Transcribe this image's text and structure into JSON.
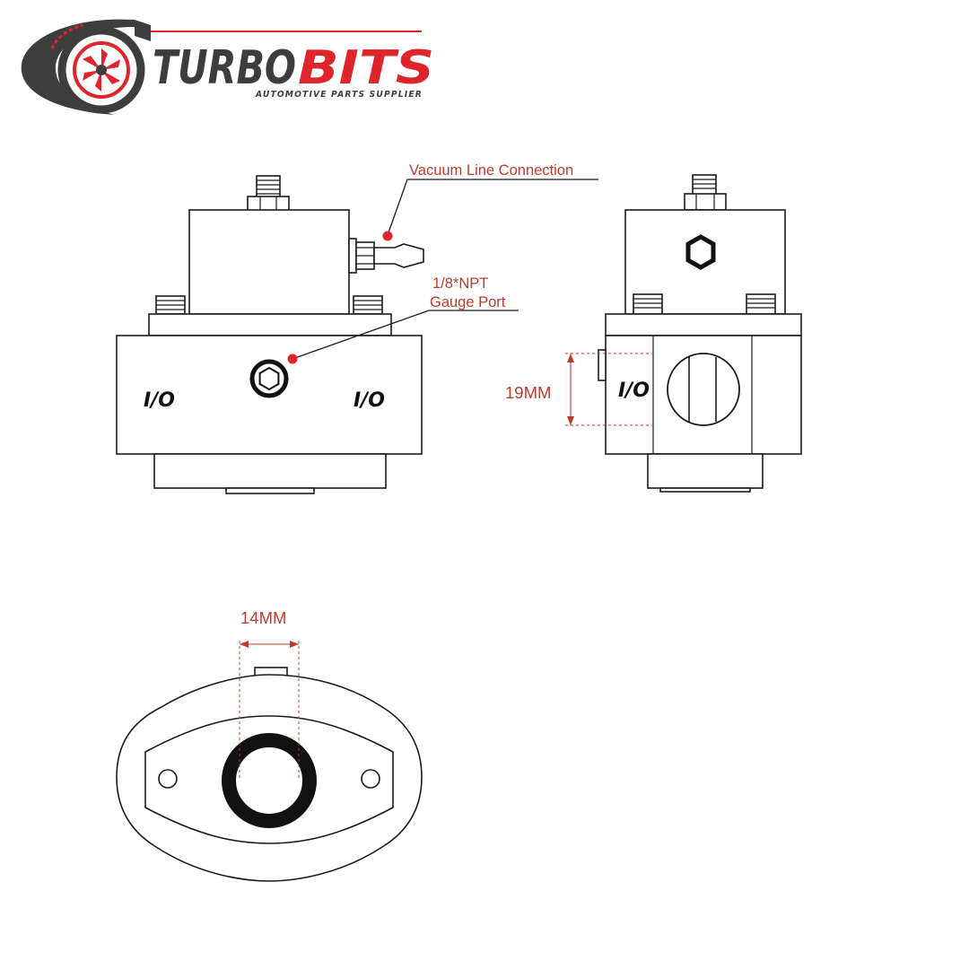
{
  "brand": {
    "name_part1": "TURBO",
    "name_part2": "BITS",
    "tagline": "AUTOMOTIVE PARTS SUPPLIER",
    "color_dark": "#3d3d3d",
    "color_red": "#e0242b",
    "logo_icon": "turbocharger-icon"
  },
  "callouts": {
    "vacuum": "Vacuum Line Connection",
    "gauge_line1": "1/8*NPT",
    "gauge_line2": "Gauge Port",
    "marker_color": "#e0242b"
  },
  "front_view": {
    "left_port_label": "I/O",
    "right_port_label": "I/O"
  },
  "side_view": {
    "port_label": "I/O",
    "dimension": "19MM"
  },
  "bottom_view": {
    "dimension": "14MM"
  },
  "colors": {
    "line": "#1a1a1a",
    "dimension": "#c0392b"
  }
}
